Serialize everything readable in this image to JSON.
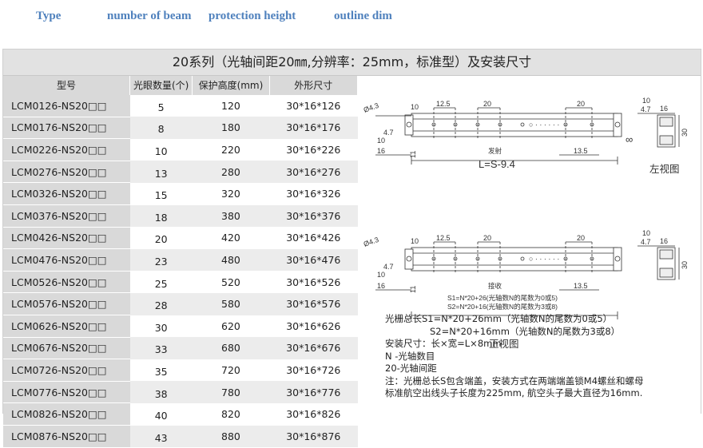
{
  "header": {
    "type": "Type",
    "beams": "number of beam",
    "height": "protection height",
    "dim": "outline dim"
  },
  "title": "20系列（光轴间距20㎜,分辨率：25mm，标准型）及安装尺寸",
  "columns": [
    "型号",
    "光眼数量(个)",
    "保护高度(mm)",
    "外形尺寸"
  ],
  "rows": [
    [
      "LCM0126-NS20□□",
      "5",
      "120",
      "30*16*126"
    ],
    [
      "LCM0176-NS20□□",
      "8",
      "180",
      "30*16*176"
    ],
    [
      "LCM0226-NS20□□",
      "10",
      "220",
      "30*16*226"
    ],
    [
      "LCM0276-NS20□□",
      "13",
      "280",
      "30*16*276"
    ],
    [
      "LCM0326-NS20□□",
      "15",
      "320",
      "30*16*326"
    ],
    [
      "LCM0376-NS20□□",
      "18",
      "380",
      "30*16*376"
    ],
    [
      "LCM0426-NS20□□",
      "20",
      "420",
      "30*16*426"
    ],
    [
      "LCM0476-NS20□□",
      "23",
      "480",
      "30*16*476"
    ],
    [
      "LCM0526-NS20□□",
      "25",
      "520",
      "30*16*526"
    ],
    [
      "LCM0576-NS20□□",
      "28",
      "580",
      "30*16*576"
    ],
    [
      "LCM0626-NS20□□",
      "30",
      "620",
      "30*16*626"
    ],
    [
      "LCM0676-NS20□□",
      "33",
      "680",
      "30*16*676"
    ],
    [
      "LCM0726-NS20□□",
      "35",
      "720",
      "30*16*726"
    ],
    [
      "LCM0776-NS20□□",
      "38",
      "780",
      "30*16*776"
    ],
    [
      "LCM0826-NS20□□",
      "40",
      "820",
      "30*16*826"
    ],
    [
      "LCM0876-NS20□□",
      "43",
      "880",
      "30*16*876"
    ]
  ],
  "drawing": {
    "left_view": "左视图",
    "front_view": "正视图",
    "emitter": "发射",
    "receiver": "接收",
    "length_formula": "L=S-9.4",
    "s1_formula": "S1=N*20+26(光轴数N的尾数为0或5)",
    "s2_formula": "S2=N*20+16(光轴数N的尾数为3或8)",
    "dims": {
      "d10a": "10",
      "d12_5": "12.5",
      "d20": "20",
      "d20b": "20",
      "d10c": "10",
      "d4_7": "4.7",
      "d16": "16",
      "d30": "30",
      "d4_3": "Ø4.3",
      "d13_5": "13.5",
      "d11": "11",
      "d16b": "16",
      "d10b": "10",
      "dots": "○ · · · · · ·"
    }
  },
  "notes": [
    "光栅总长S1=N*20+26mm（光轴数N的尾数为0或5）",
    "S2=N*20+16mm（光轴数N的尾数为3或8）",
    "安装尺寸：长×宽=L×8mm",
    "N -光轴数目",
    "20-光轴间距",
    "注：光栅总长S包含端盖，安装方式在两端端盖锁M4螺丝和螺母",
    "标准航空出线头子长度为225mm, 航空头子最大直径为16mm."
  ]
}
